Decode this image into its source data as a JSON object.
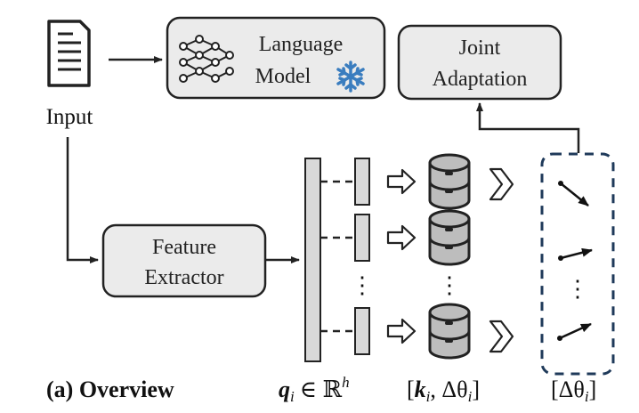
{
  "diagram": {
    "input_label": "Input",
    "language_model": {
      "line1": "Language",
      "line2": "Model"
    },
    "joint_adaptation": {
      "line1": "Joint",
      "line2": "Adaptation"
    },
    "feature_extractor": {
      "line1": "Feature",
      "line2": "Extractor"
    },
    "caption": "(a) Overview",
    "labels": {
      "query_var": "q",
      "query_sub": "i",
      "query_in": "∈ ℝ",
      "query_sup": "h",
      "key_open": "[",
      "key_var": "k",
      "key_sub": "i",
      "key_rest": ", Δθ",
      "key_sub2": "i",
      "key_close": "]",
      "delta_open": "[Δθ",
      "delta_sub": "i",
      "delta_close": "]"
    },
    "ellipsis": "⋮",
    "icons": [
      "document-icon",
      "neural-network-icon",
      "snowflake-icon",
      "database-icon",
      "chevron-icon",
      "vector-arrow-icon"
    ],
    "colors": {
      "box_fill": "#ebebeb",
      "bar_fill": "#d9d9d9",
      "stroke": "#222222",
      "snowflake": "#3a7dbf",
      "dashed_border": "#1f3a5a",
      "db_fill": "#bdbdbd"
    }
  }
}
